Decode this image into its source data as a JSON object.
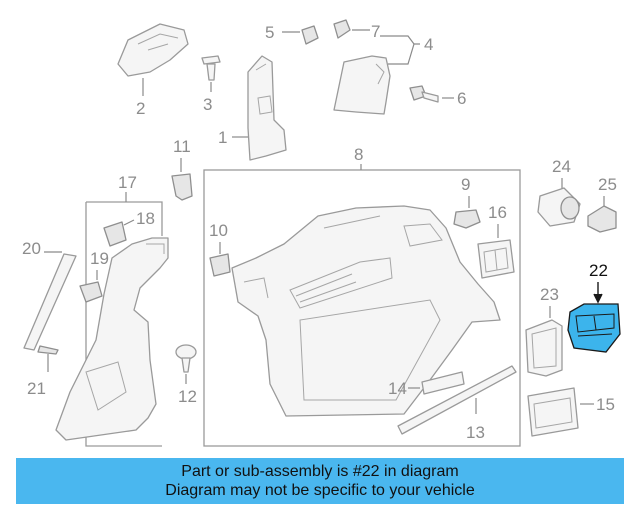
{
  "highlight_color": "#3cb4ec",
  "banner_color": "#4ab7ef",
  "callouts": {
    "c1": "1",
    "c2": "2",
    "c3": "3",
    "c4": "4",
    "c5": "5",
    "c6": "6",
    "c7": "7",
    "c8": "8",
    "c9": "9",
    "c10": "10",
    "c11": "11",
    "c12": "12",
    "c13": "13",
    "c14": "14",
    "c15": "15",
    "c16": "16",
    "c17": "17",
    "c18": "18",
    "c19": "19",
    "c20": "20",
    "c21": "21",
    "c22": "22",
    "c23": "23",
    "c24": "24",
    "c25": "25"
  },
  "banner": {
    "line1": "Part or sub-assembly is #22 in diagram",
    "line2": "Diagram may not be specific to your vehicle"
  }
}
